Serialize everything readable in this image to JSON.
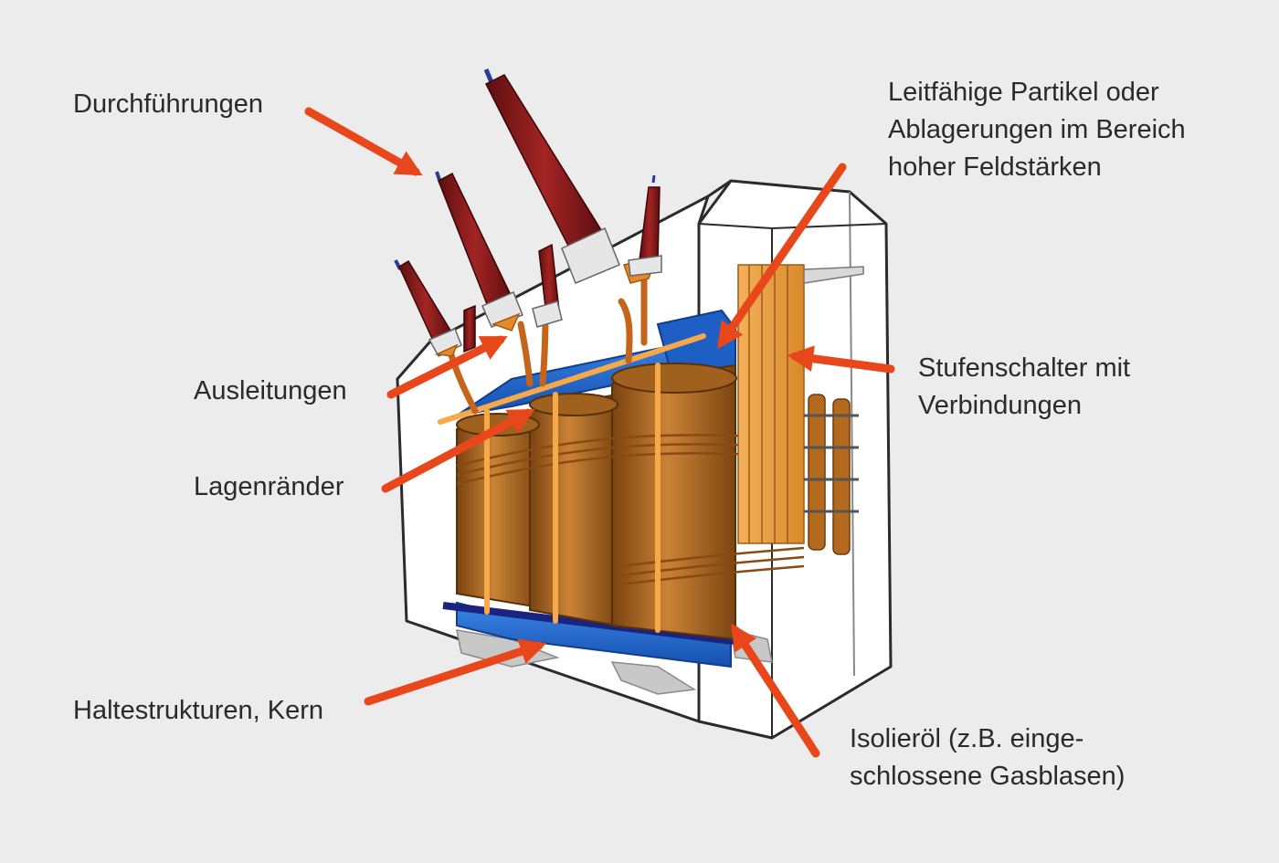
{
  "labels": {
    "bushings": "Durchführungen",
    "leads": "Ausleitungen",
    "layer_edges": "Lagenränder",
    "support_core": "Haltestrukturen, Kern",
    "particles": {
      "line1": "Leitfähige Partikel oder",
      "line2": "Ablagerungen im Bereich",
      "line3": "hoher Feldstärken"
    },
    "tap_changer": {
      "line1": "Stufenschalter mit",
      "line2": "Verbindungen"
    },
    "insulating_oil": {
      "line1": "Isolieröl (z.B. einge-",
      "line2": "schlossene Gasblasen)"
    }
  },
  "colors": {
    "background": "#ececec",
    "arrow": "#e8471c",
    "bushing": "#8b1a1a",
    "winding": "#b36a1e",
    "core": "#1d5fc4",
    "tank_outline": "#2b2b2b",
    "tank_fill": "#ffffff",
    "support_rod": "#f7a94a"
  }
}
